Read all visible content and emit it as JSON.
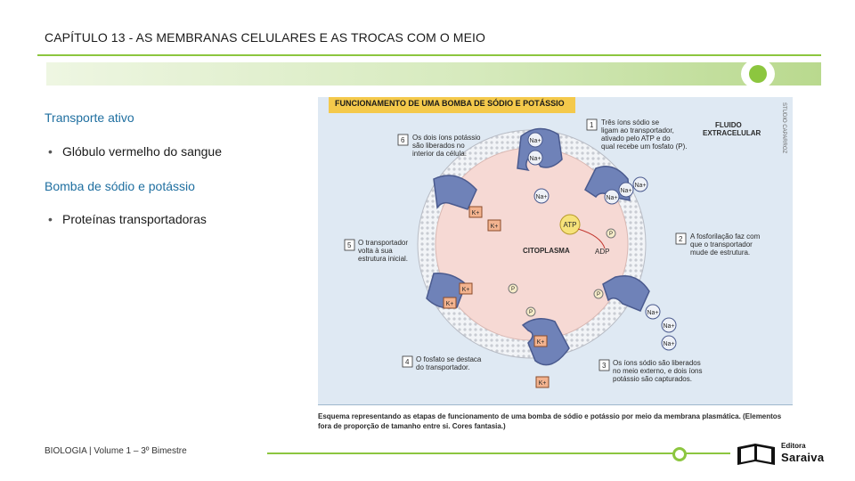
{
  "header": {
    "chapter_title": "CAPÍTULO 13 - AS MEMBRANAS CELULARES E AS TROCAS COM O MEIO"
  },
  "content": {
    "heading1": "Transporte ativo",
    "bullet1": "Glóbulo vermelho do sangue",
    "heading2": "Bomba de sódio e potássio",
    "bullet2": "Proteínas transportadoras"
  },
  "figure": {
    "title": "FUNCIONAMENTO DE UMA BOMBA DE SÓDIO E POTÁSSIO",
    "credit": "STUDIO CAPARROZ",
    "fluido_line1": "FLUIDO",
    "fluido_line2": "EXTRACELULAR",
    "citoplasma": "CITOPLASMA",
    "atp": "ATP",
    "adp": "ADP",
    "p": "P",
    "na": "Na+",
    "k": "K+",
    "step1": {
      "num": "1",
      "line1": "Três íons sódio se",
      "line2": "ligam ao transportador,",
      "line3": "ativado pelo ATP e do",
      "line4": "qual recebe um fosfato (P)."
    },
    "step2": {
      "num": "2",
      "line1": "A fosforilação faz com",
      "line2": "que o transportador",
      "line3": "mude de estrutura."
    },
    "step3": {
      "num": "3",
      "line1": "Os íons sódio são liberados",
      "line2": "no meio externo, e dois íons",
      "line3": "potássio são capturados."
    },
    "step4": {
      "num": "4",
      "line1": "O fosfato se destaca",
      "line2": "do transportador."
    },
    "step5": {
      "num": "5",
      "line1": "O transportador",
      "line2": "volta à sua",
      "line3": "estrutura inicial."
    },
    "step6": {
      "num": "6",
      "line1": "Os dois íons potássio",
      "line2": "são liberados no",
      "line3": "interior da célula."
    },
    "caption": "Esquema representando as etapas de funcionamento de uma bomba de sódio e potássio por meio da membrana plasmática. (Elementos fora de proporção de tamanho entre si. Cores fantasia.)"
  },
  "footer": {
    "text": "BIOLOGIA  | Volume 1 – 3º Bimestre",
    "logo_top": "Editora",
    "logo_main": "Saraiva"
  },
  "colors": {
    "accent": "#8cc63f",
    "heading": "#1f6fa0",
    "figure_bg": "#dfe9f3",
    "cytoplasm": "#f6d9d4",
    "protein": "#6f82b8",
    "title_box": "#f4c94b"
  }
}
